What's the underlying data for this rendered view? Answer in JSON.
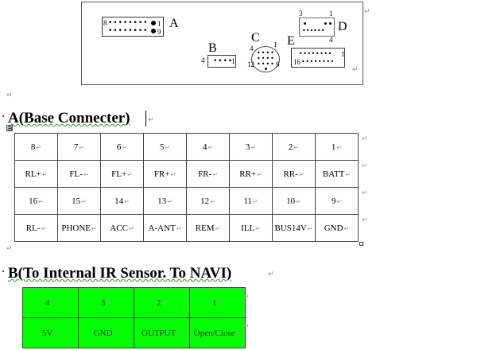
{
  "diagram": {
    "connectors": {
      "A": {
        "label": "A",
        "pin_start": "8",
        "pin_end_top": "1",
        "pin_end_bottom": "9"
      },
      "B": {
        "label": "B",
        "pin_left": "4",
        "pin_right": "1"
      },
      "C": {
        "label": "C",
        "pin_top_left": "4",
        "pin_top_right": "1",
        "pin_bottom_left": "12",
        "pin_bottom_right": "9"
      },
      "D": {
        "label": "D",
        "pin_top_left": "3",
        "pin_top_right": "1",
        "pin_bottom": "4"
      },
      "E": {
        "label": "E",
        "pin_top_right": "1",
        "pin_bottom_left": "16"
      }
    }
  },
  "section_a": {
    "bullet": "·",
    "title": "A(Base Connecter)",
    "rows": [
      [
        "8",
        "7",
        "6",
        "5",
        "4",
        "3",
        "2",
        "1"
      ],
      [
        "RL+",
        "FL-",
        "FL+",
        "FR+",
        "FR-",
        "RR+",
        "RR-",
        "BATT"
      ],
      [
        "16",
        "15",
        "14",
        "13",
        "12",
        "11",
        "10",
        "9"
      ],
      [
        "RL-",
        "PHONE",
        "ACC",
        "A-ANT",
        "REM",
        "ILL",
        "BUS14V",
        "GND"
      ]
    ]
  },
  "section_b": {
    "bullet": "·",
    "title": "B(To Internal IR Sensor. To NAVI)",
    "rows": [
      [
        "4",
        "3",
        "2",
        "1"
      ],
      [
        "5V",
        "GND",
        "OUTPUT",
        "Open/Close"
      ]
    ],
    "fill_color": "#00ff00"
  },
  "marks": {
    "paragraph": "↵",
    "table_move": "⊞"
  }
}
